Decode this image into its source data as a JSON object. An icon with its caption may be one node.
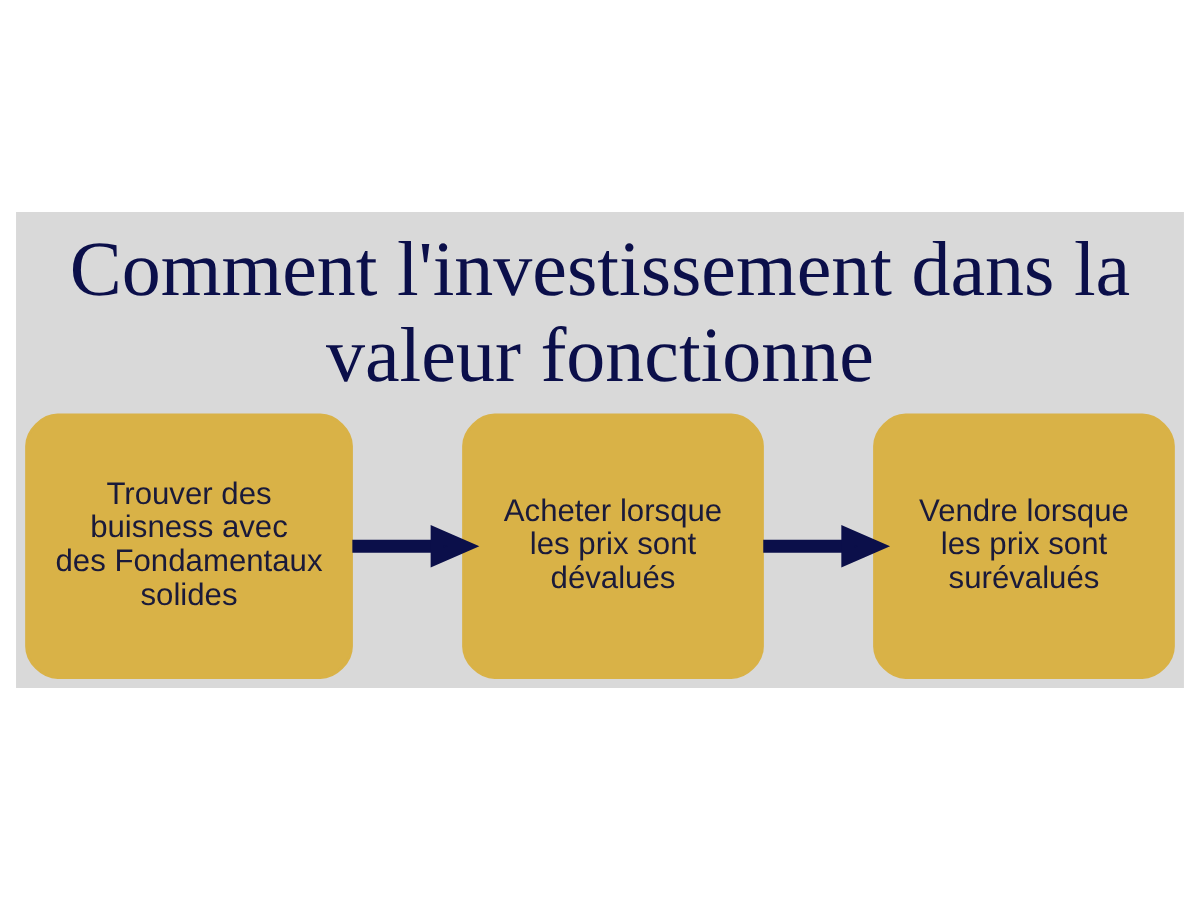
{
  "diagram": {
    "title": "Comment l'investissement dans la valeur fonctionne",
    "nodes": [
      {
        "text": [
          "Trouver des buisness avec des Fondamentaux solides"
        ]
      },
      {
        "text": [
          "Acheter lorsque les prix sont dévalués"
        ]
      },
      {
        "text": [
          "Vendre lorsque les prix sont surévalués"
        ]
      }
    ],
    "edges": [
      {
        "from": 0,
        "to": 1,
        "arrow": "to"
      },
      {
        "from": 1,
        "to": 2,
        "arrow": "to"
      }
    ]
  }
}
